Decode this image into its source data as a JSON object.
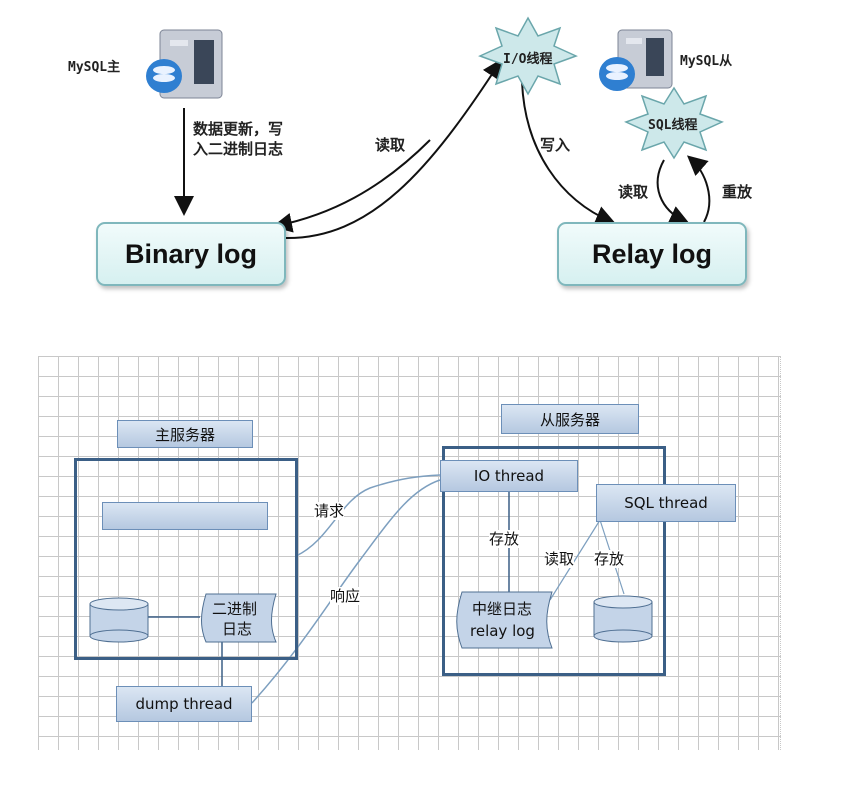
{
  "top": {
    "master_label": "MySQL主",
    "slave_label": "MySQL从",
    "io_thread": "I/O线程",
    "sql_thread": "SQL线程",
    "update_note_line1": "数据更新，写",
    "update_note_line2": "入二进制日志",
    "read_label": "读取",
    "write_label": "写入",
    "sql_read_label": "读取",
    "replay_label": "重放",
    "binary_log": "Binary log",
    "relay_log": "Relay log"
  },
  "bottom": {
    "master_title": "主服务器",
    "slave_title": "从服务器",
    "io_thread": "IO thread",
    "sql_thread": "SQL thread",
    "request_label": "请求",
    "response_label": "响应",
    "store_label_1": "存放",
    "read_label": "读取",
    "store_label_2": "存放",
    "binlog_line1": "二进制",
    "binlog_line2": "日志",
    "relay_line1": "中继日志",
    "relay_line2": "relay log",
    "dump_thread": "dump thread"
  },
  "colors": {
    "grid": "#c8c8c8",
    "frame": "#3b5f86",
    "box_fill": "#c4d4e8",
    "log_border": "#7fb7bc",
    "star_fill": "#cde8ea"
  }
}
